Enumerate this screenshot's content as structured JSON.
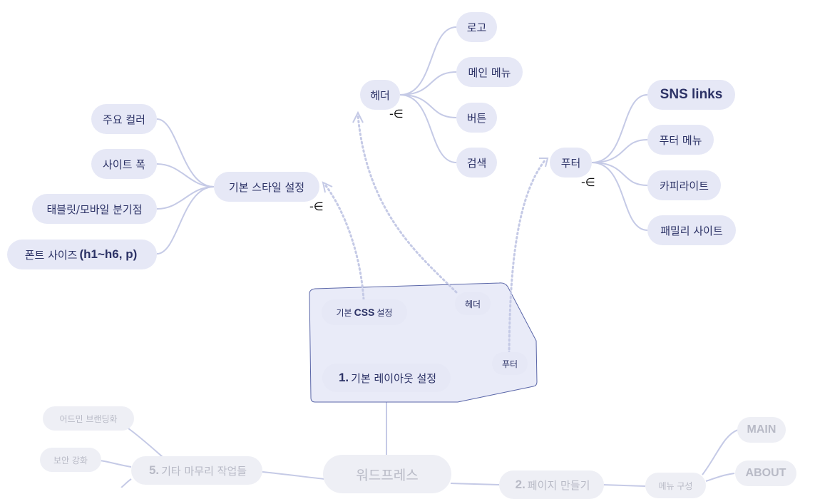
{
  "root": {
    "label": "워드프레스"
  },
  "main": {
    "number": "1.",
    "label": "기본 레이아웃 설정",
    "summary": {
      "basic_css": {
        "pre": "기본",
        "strong": "CSS",
        "post": "설정"
      },
      "header": "헤더",
      "footer": "푸터"
    }
  },
  "basic_style": {
    "label": "기본 스타일 설정",
    "children": [
      "주요 컬러",
      "사이트 폭",
      "태블릿/모바일 분기점"
    ],
    "font_size": {
      "pre": "폰트 사이즈",
      "strong": "(h1~h6, p)"
    }
  },
  "header": {
    "label": "헤더",
    "children": [
      "로고",
      "메인 메뉴",
      "버튼",
      "검색"
    ]
  },
  "footer": {
    "label": "푸터",
    "children": [
      "SNS links",
      "푸터 메뉴",
      "카피라이트",
      "패밀리 사이트"
    ]
  },
  "branch5": {
    "number": "5.",
    "label": "기타 마무리 작업들",
    "children": [
      "어드민 브랜딩화",
      "보안 강화"
    ]
  },
  "branch2": {
    "number": "2.",
    "label": "페이지 만들기"
  },
  "menu": {
    "label": "메뉴 구성",
    "children": [
      "MAIN",
      "ABOUT"
    ]
  },
  "collapse_glyph": "-∈",
  "colors": {
    "node": "#e6e8f6",
    "text": "#2c3266",
    "line": "#c5cae6",
    "summary_border": "#5a66a8"
  }
}
